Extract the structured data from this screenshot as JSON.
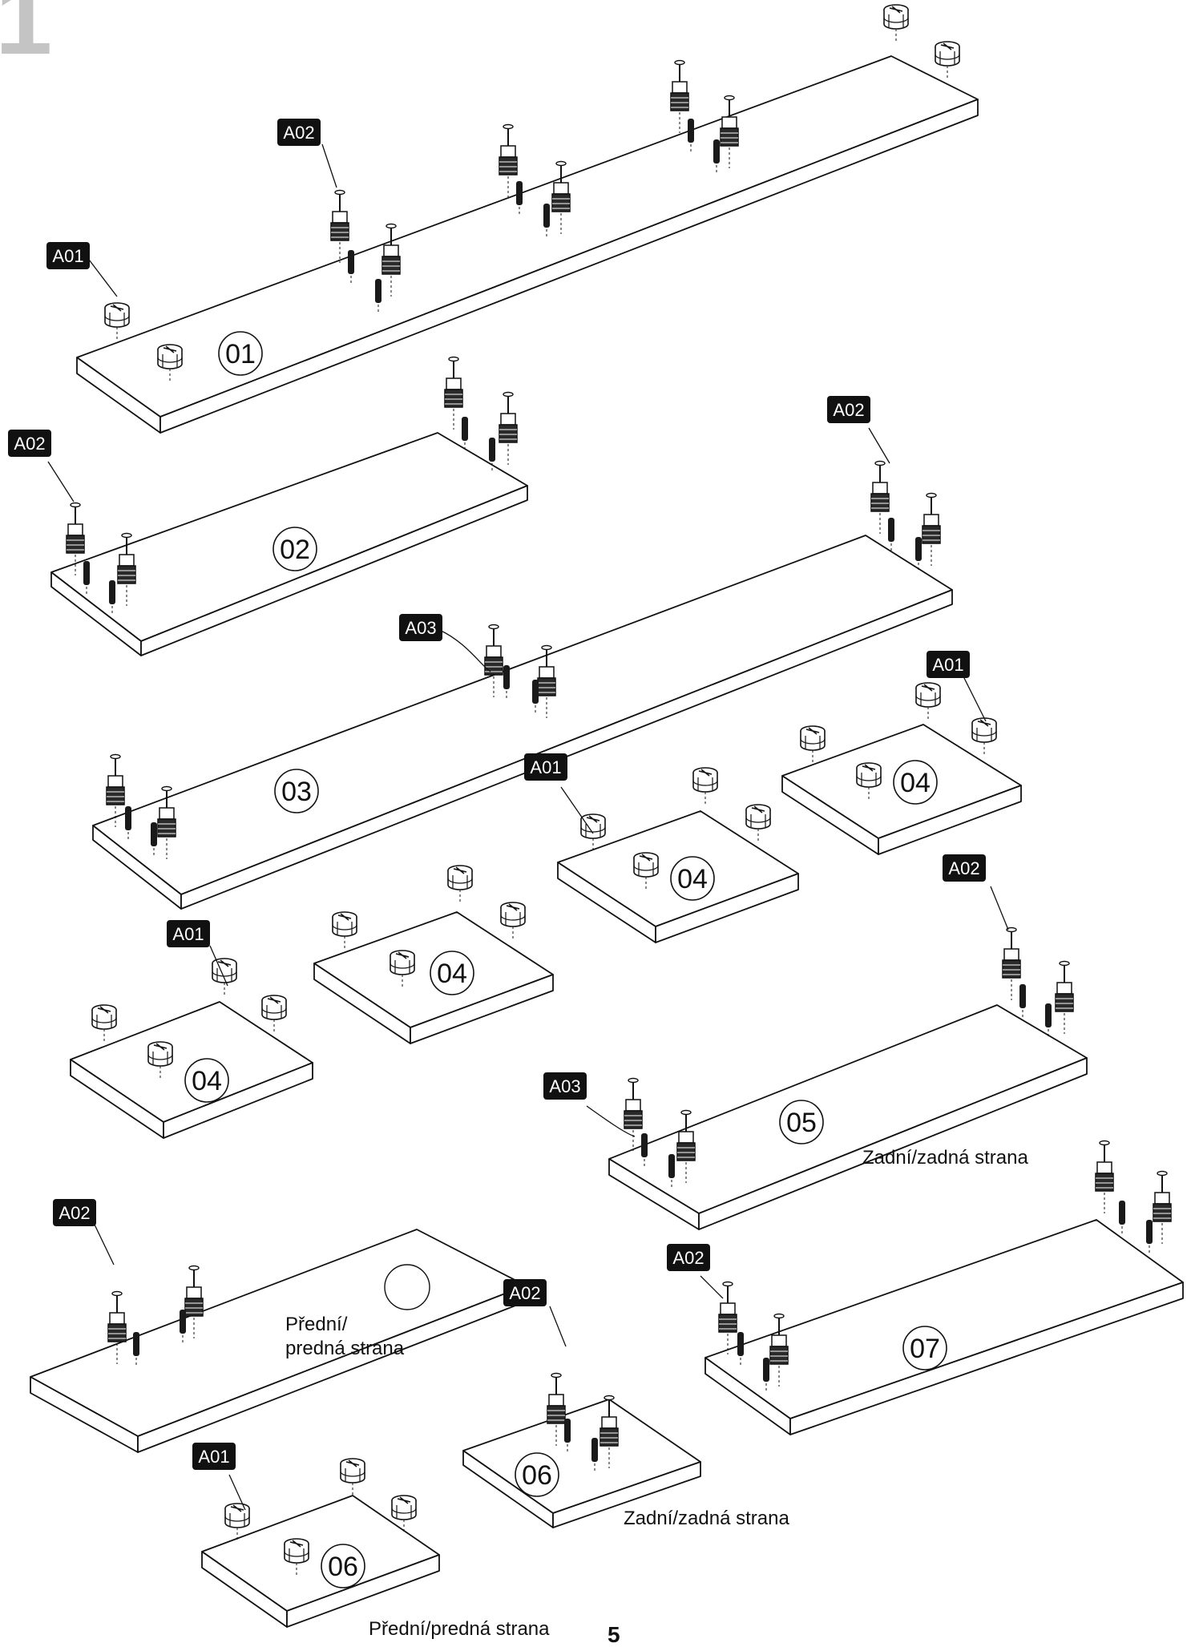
{
  "step_number": "1",
  "page_number": "5",
  "callout_labels": [
    "A01",
    "A02",
    "A03"
  ],
  "panels": [
    {
      "id": "01",
      "label": "01"
    },
    {
      "id": "02",
      "label": "02"
    },
    {
      "id": "03",
      "label": "03"
    },
    {
      "id": "04a",
      "label": "04"
    },
    {
      "id": "04b",
      "label": "04"
    },
    {
      "id": "04c",
      "label": "04"
    },
    {
      "id": "04d",
      "label": "04"
    },
    {
      "id": "05",
      "label": "05"
    },
    {
      "id": "06a",
      "label": "06"
    },
    {
      "id": "06b",
      "label": "06"
    },
    {
      "id": "07",
      "label": "07"
    }
  ],
  "orientation_notes": {
    "panel_05_back": "Zadní/zadná strana",
    "panel_06_front_line1": "Přední/",
    "panel_06_front_line2": "predná strana",
    "panel_06_back": "Zadní/zadná strana",
    "panel_06_small_front": "Přední/predná strana"
  },
  "colors": {
    "ink": "#111111",
    "callout_bg": "#111111",
    "callout_text": "#ffffff",
    "step": "#c4c4c4"
  }
}
